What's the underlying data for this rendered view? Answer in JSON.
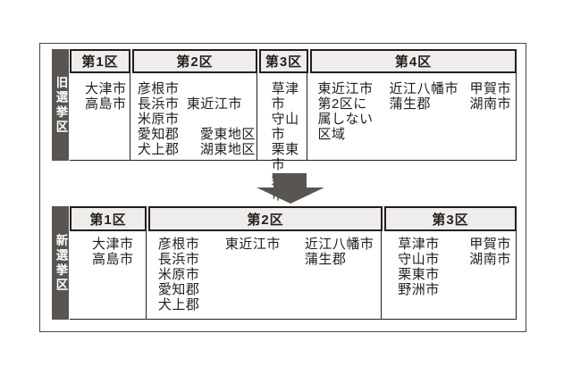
{
  "colors": {
    "dark_gray": "#585553",
    "header_bg": "#eeedeb",
    "border": "#231e1c"
  },
  "old_table": {
    "side_label": "旧選挙区",
    "headers": [
      "第1区",
      "第2区",
      "第3区",
      "第4区"
    ],
    "cells": {
      "district1": "大津市\n高島市",
      "district2_main": "彦根市\n長浜市\n米原市\n愛知郡\n犬上郡",
      "district2_sub_head": "東近江市",
      "district2_sub_items": "愛東地区\n湖東地区",
      "district3": "草津市\n守山市\n栗東市\n野洲市",
      "district4_a": "東近江市\n第2区に\n属しない\n区域",
      "district4_b": "近江八幡市\n蒲生郡",
      "district4_c": "甲賀市\n湖南市"
    }
  },
  "new_table": {
    "side_label": "新選挙区",
    "headers": [
      "第1区",
      "第2区",
      "第3区"
    ],
    "cells": {
      "district1": "大津市\n高島市",
      "district2_a": "彦根市\n長浜市\n米原市\n愛知郡\n犬上郡",
      "district2_b": "東近江市",
      "district2_c": "近江八幡市\n蒲生郡",
      "district3_a": "草津市\n守山市\n栗東市\n野洲市",
      "district3_b": "甲賀市\n湖南市"
    }
  }
}
